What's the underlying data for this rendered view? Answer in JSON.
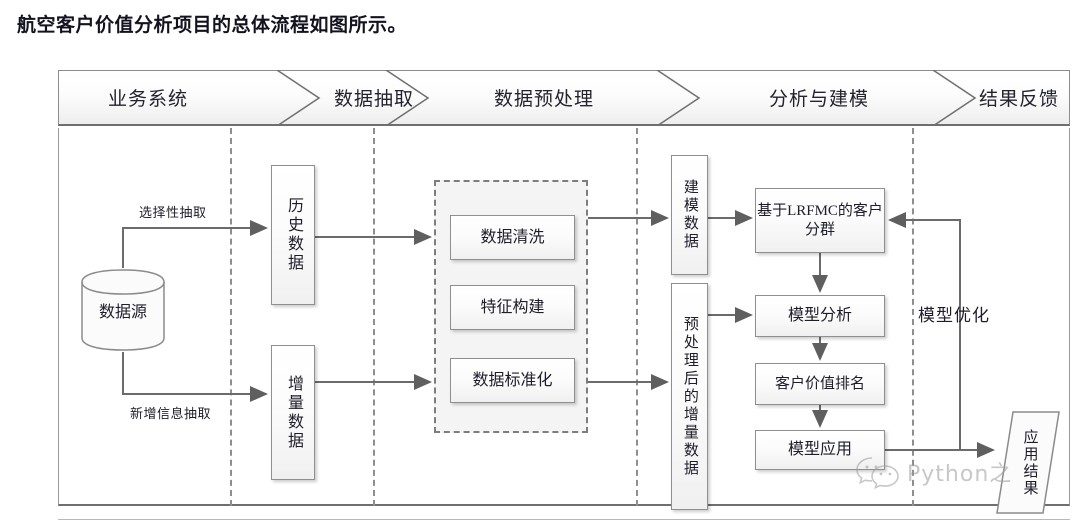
{
  "caption": "航空客户价值分析项目的总体流程如图所示。",
  "banner": {
    "phases": [
      {
        "label": "业务系统"
      },
      {
        "label": "数据抽取"
      },
      {
        "label": "数据预处理"
      },
      {
        "label": "分析与建模"
      },
      {
        "label": "结果反馈"
      }
    ]
  },
  "nodes": {
    "data_source": "数据源",
    "history_data": "历史数据",
    "increment_data": "增量数据",
    "data_clean": "数据清洗",
    "feature_build": "特征构建",
    "data_standardize": "数据标准化",
    "model_data": "建模数据",
    "preprocessed_increment": "预处理后的增量数据",
    "lrfmc_cluster": "基于LRFMC的客户分群",
    "model_analysis": "模型分析",
    "customer_value_rank": "客户价值排名",
    "model_apply": "模型应用",
    "app_result": "应用结果"
  },
  "edge_labels": {
    "selective_extract": "选择性抽取",
    "new_info_extract": "新增信息抽取",
    "model_optimize": "模型优化"
  },
  "watermark": {
    "text": "Python之",
    "icon": "wechat-icon"
  },
  "colors": {
    "line": "#6b6b6b",
    "box_border": "#8f8f8f",
    "lane_divider": "#8e8e8e",
    "text": "#1d1d2b"
  }
}
